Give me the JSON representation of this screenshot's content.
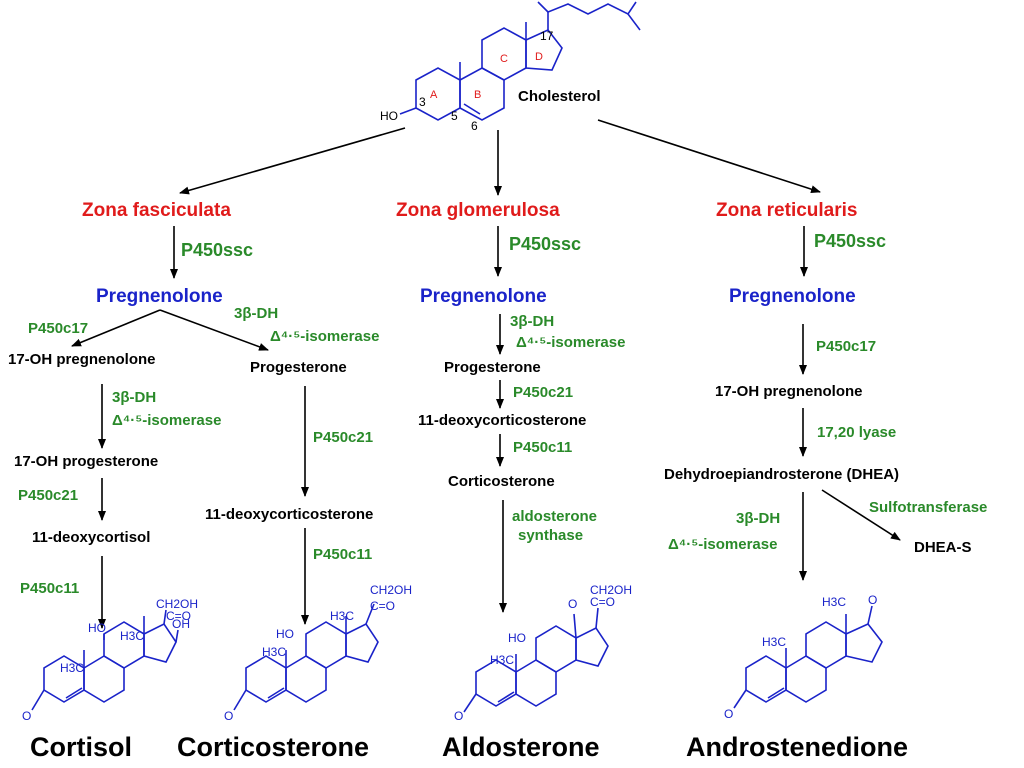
{
  "top": {
    "compound": "Cholesterol",
    "ring_labels": [
      "A",
      "B",
      "C",
      "D"
    ],
    "atoms": [
      "HO",
      "3",
      "5",
      "6",
      "17"
    ]
  },
  "zones": [
    {
      "name": "Zona fasciculata",
      "enzyme": "P450ssc",
      "product": "Pregnenolone",
      "left_branch": {
        "enzyme": "P450c17",
        "steps": [
          "17-OH pregnenolone",
          "17-OH progesterone",
          "11-deoxycortisol"
        ],
        "enzymes": [
          "3β-DH",
          "Δ⁴·⁵-isomerase",
          "P450c21",
          "P450c11"
        ]
      },
      "right_branch": {
        "enzymes": [
          "3β-DH",
          "Δ⁴·⁵-isomerase",
          "P450c21",
          "P450c11"
        ],
        "steps": [
          "Progesterone",
          "11-deoxycorticosterone"
        ]
      },
      "finals": [
        "Cortisol",
        "Corticosterone"
      ]
    },
    {
      "name": "Zona glomerulosa",
      "enzyme": "P450ssc",
      "product": "Pregnenolone",
      "enzymes": [
        "3β-DH",
        "Δ⁴·⁵-isomerase",
        "P450c21",
        "P450c11",
        "aldosterone",
        "synthase"
      ],
      "steps": [
        "Progesterone",
        "11-deoxycorticosterone",
        "Corticosterone"
      ],
      "final": "Aldosterone"
    },
    {
      "name": "Zona reticularis",
      "enzyme": "P450ssc",
      "product": "Pregnenolone",
      "enzymes": [
        "P450c17",
        "17,20 lyase",
        "Sulfotransferase",
        "3β-DH",
        "Δ⁴·⁵-isomerase"
      ],
      "steps": [
        "17-OH pregnenolone",
        "Dehydroepiandrosterone (DHEA)",
        "DHEA-S"
      ],
      "final": "Androstenedione"
    }
  ],
  "structure_labels": {
    "cortisol": [
      "CH2OH",
      "C=O",
      "OH",
      "HO",
      "H3C",
      "H3C",
      "O"
    ],
    "corticosterone": [
      "CH2OH",
      "C=O",
      "HO",
      "H3C",
      "H3C",
      "O"
    ],
    "aldosterone": [
      "CH2OH",
      "C=O",
      "O",
      "HO",
      "H3C",
      "O"
    ],
    "androstenedione": [
      "H3C",
      "O",
      "H3C",
      "O"
    ]
  },
  "colors": {
    "zone": "#e01b1b",
    "enzyme": "#2a8a2a",
    "pregnenolone": "#1a23c9",
    "structure": "#1a23c9"
  }
}
